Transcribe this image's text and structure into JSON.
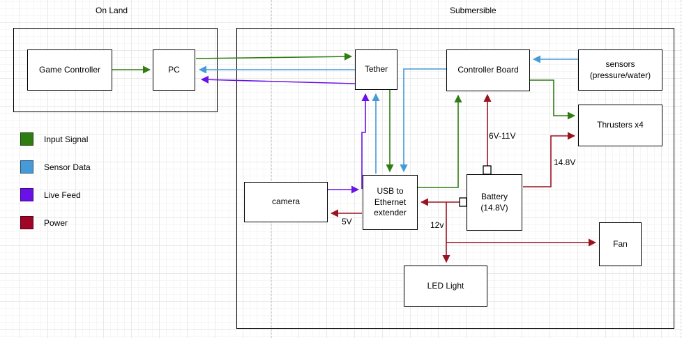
{
  "colors": {
    "green": "#2d7d10",
    "blue": "#459ad7",
    "purple": "#6a10e8",
    "red": "#991423"
  },
  "containers": {
    "on_land": {
      "title": "On Land"
    },
    "submersible": {
      "title": "Submersible"
    }
  },
  "nodes": {
    "game_controller": {
      "label": "Game Controller"
    },
    "pc": {
      "label": "PC"
    },
    "tether": {
      "label": "Tether"
    },
    "controller_board": {
      "label": "Controller Board"
    },
    "sensors": {
      "lines": [
        "sensors",
        "(pressure/water)"
      ]
    },
    "thrusters": {
      "label": "Thrusters x4"
    },
    "camera": {
      "label": "camera"
    },
    "usb_ethernet": {
      "lines": [
        "USB to",
        "Ethernet",
        "extender"
      ]
    },
    "battery": {
      "lines": [
        "Battery",
        "(14.8V)"
      ]
    },
    "fan": {
      "label": "Fan"
    },
    "led_light": {
      "label": "LED Light"
    }
  },
  "edge_labels": {
    "battery_to_controller": "6V-11V",
    "battery_to_thrusters": "14.8V",
    "usb_to_camera": "5V",
    "battery_to_led": "12v"
  },
  "legend": {
    "items": [
      {
        "label": "Input Signal",
        "color": "#2d7d10"
      },
      {
        "label": "Sensor Data",
        "color": "#459ad7"
      },
      {
        "label": "Live Feed",
        "color": "#6a10e8"
      },
      {
        "label": "Power",
        "color": "#a00426"
      }
    ]
  },
  "edges": [
    {
      "from": "game_controller",
      "to": "pc",
      "type": "input_signal"
    },
    {
      "from": "pc",
      "to": "tether",
      "type": "input_signal"
    },
    {
      "from": "tether",
      "to": "pc",
      "type": "sensor_data"
    },
    {
      "from": "tether",
      "to": "pc",
      "type": "live_feed"
    },
    {
      "from": "tether",
      "to": "usb_ethernet",
      "type": "input_signal"
    },
    {
      "from": "usb_ethernet",
      "to": "tether",
      "type": "sensor_data"
    },
    {
      "from": "camera",
      "to": "tether",
      "type": "live_feed"
    },
    {
      "from": "camera",
      "to": "usb_ethernet",
      "type": "live_feed"
    },
    {
      "from": "controller_board",
      "to": "usb_ethernet",
      "type": "sensor_data"
    },
    {
      "from": "usb_ethernet",
      "to": "controller_board",
      "type": "input_signal"
    },
    {
      "from": "sensors",
      "to": "controller_board",
      "type": "sensor_data"
    },
    {
      "from": "controller_board",
      "to": "thrusters",
      "type": "input_signal"
    },
    {
      "from": "battery",
      "to": "controller_board",
      "type": "power",
      "label": "6V-11V"
    },
    {
      "from": "battery",
      "to": "thrusters",
      "type": "power",
      "label": "14.8V"
    },
    {
      "from": "battery",
      "to": "usb_ethernet",
      "type": "power"
    },
    {
      "from": "battery",
      "to": "led_light",
      "type": "power",
      "label": "12v"
    },
    {
      "from": "battery",
      "to": "fan",
      "type": "power"
    },
    {
      "from": "usb_ethernet",
      "to": "camera",
      "type": "power",
      "label": "5V"
    }
  ]
}
